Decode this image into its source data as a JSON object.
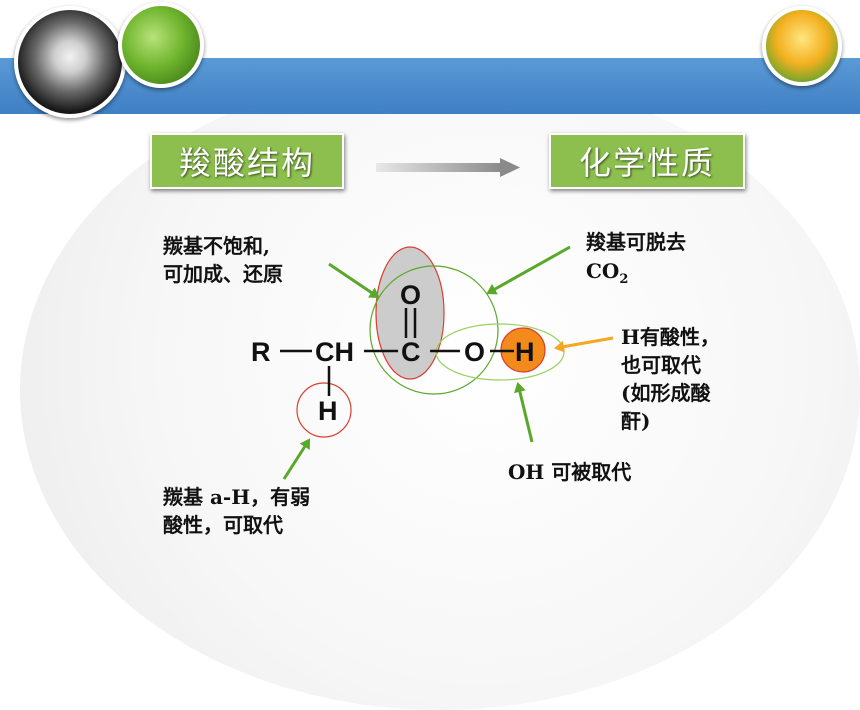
{
  "titles": {
    "left": "羧酸结构",
    "right": "化学性质"
  },
  "structure": {
    "r": "R",
    "ch": "CH",
    "c": "C",
    "o_top": "O",
    "o_mid": "O",
    "h_end": "H",
    "h_bottom": "H"
  },
  "notes": {
    "carbonyl": "羰基不饱和,\n可加成、还原",
    "decarboxylate": "羧基可脱去",
    "co2_main": "CO",
    "co2_sub": "2",
    "acidic_h": "H有酸性，\n也可取代\n(如形成酸\n酐)",
    "oh": "OH 可被取代",
    "alpha_h": "羰基 a-H，有弱\n酸性，可取代"
  },
  "colors": {
    "band": "#4a8cd0",
    "title_box": "#8cbf4d",
    "arrow_green": "#5aa82a",
    "circle_red": "#d94030",
    "fill_grey": "#cccccc",
    "fill_orange": "#f28a1c",
    "arrow_orange": "#f5a623"
  },
  "icons": [
    "dandelion-photo",
    "leaf-photo",
    "tulip-photo"
  ]
}
